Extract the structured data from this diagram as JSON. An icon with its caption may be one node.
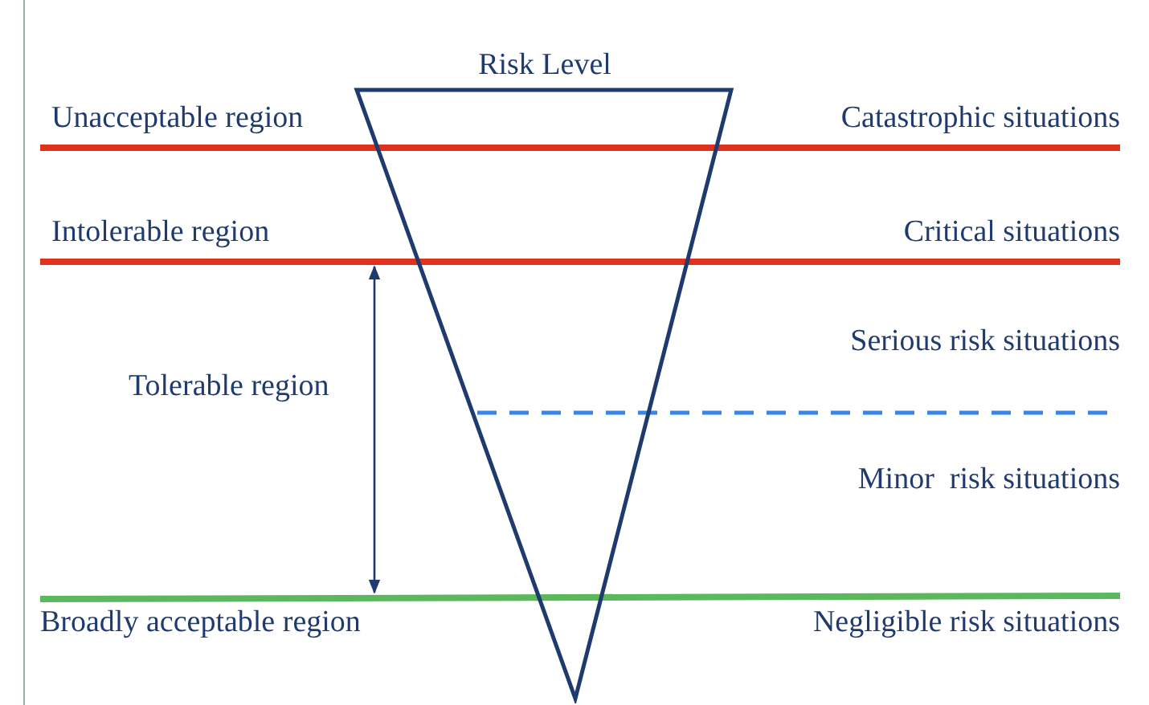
{
  "diagram": {
    "nodes": [
      {
        "text": [
          "Risk Level"
        ]
      }
    ],
    "edges": [],
    "labels": [
      "Unacceptable region",
      "Catastrophic situations",
      "Intolerable region",
      "Critical situations",
      "Tolerable region",
      "Serious risk situations",
      "Minor  risk situations",
      "Broadly acceptable region",
      "Negligible risk situations"
    ]
  }
}
